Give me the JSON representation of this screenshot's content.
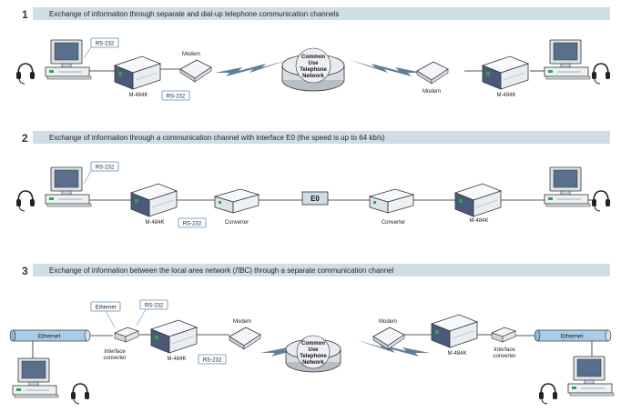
{
  "sections": [
    {
      "number": "1",
      "title": "Exchange of information through separate and dial-up telephone communication channels",
      "labels": {
        "rs232_top": "RS-232",
        "rs232_bottom": "RS-232",
        "device_left": "M-484K",
        "modem_left": "Modem",
        "network": [
          "Common",
          "Use",
          "Telephone",
          "Network"
        ],
        "modem_right": "Modem",
        "device_right": "M-484K"
      }
    },
    {
      "number": "2",
      "title": "Exchange of information through a communication channel with interface E0 (the speed is up to 64 kb/s)",
      "labels": {
        "rs232_top": "RS-232",
        "rs232_bottom": "RS-232",
        "device_left": "M-484K",
        "converter_left": "Converter",
        "e0": "E0",
        "converter_right": "Converter",
        "device_right": "M-484K"
      }
    },
    {
      "number": "3",
      "title": "Exchange of information between the local area network (ЛВС) through a separate communication channel",
      "labels": {
        "ethernet_tag": "Ethernet",
        "rs232_top": "RS-232",
        "rs232_bottom": "RS-232",
        "ethernet_left": "Ethernet",
        "iface_left": [
          "Interface",
          "converter"
        ],
        "device_left": "M-484K",
        "modem_left": "Modem",
        "network": [
          "Common",
          "Use",
          "Telephone",
          "Network"
        ],
        "modem_right": "Modem",
        "device_right": "M-484K",
        "iface_right": [
          "Interface",
          "converter"
        ],
        "ethernet_right": "Ethernet"
      }
    }
  ],
  "colors": {
    "banner": "#cfdde6",
    "tag_border": "#5b8db8",
    "device_body": "#e9edf2",
    "device_top": "#f6f8fb",
    "device_front": "#4a5a7a",
    "network_fill": "#d9dde3",
    "lightning": "#5f7f99",
    "ethernet_pipe": "#a9cde8"
  },
  "icons": [
    "workstation-icon",
    "headset-icon",
    "modem-icon",
    "router-icon",
    "converter-icon",
    "cloud-network-icon",
    "lightning-link-icon"
  ]
}
